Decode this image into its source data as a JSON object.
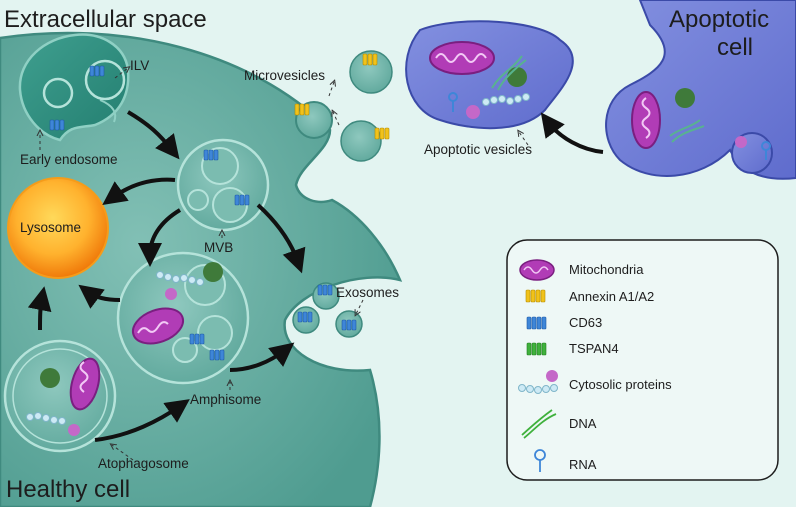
{
  "regions": {
    "extracellular": "Extracellular space",
    "healthy": "Healthy cell",
    "apoptotic_line1": "Apoptotic",
    "apoptotic_line2": "cell"
  },
  "labels": {
    "ilv": "ILV",
    "early_endosome": "Early endosome",
    "lysosome": "Lysosome",
    "mvb": "MVB",
    "amphisome": "Amphisome",
    "autophagosome": "Atophagosome",
    "exosomes": "Exosomes",
    "microvesicles": "Microvesicles",
    "apoptotic_vesicles": "Apoptotic vesicles"
  },
  "legend": {
    "items": [
      {
        "label": "Mitochondria",
        "icon": "mitochondria-icon"
      },
      {
        "label": "Annexin A1/A2",
        "icon": "annexin-icon"
      },
      {
        "label": "CD63",
        "icon": "cd63-icon"
      },
      {
        "label": "TSPAN4",
        "icon": "tspan4-icon"
      },
      {
        "label": "Cytosolic proteins",
        "icon": "cytosolic-proteins-icon"
      },
      {
        "label": "DNA",
        "icon": "dna-icon"
      },
      {
        "label": "RNA",
        "icon": "rna-icon"
      }
    ]
  },
  "colors": {
    "background": "#e3f4f1",
    "cell_body": "#5fa89c",
    "apoptotic_cell": "#6a78d4",
    "mitochondria": "#b13cb6",
    "annexin": "#f1c21a",
    "cd63": "#3e86d8",
    "tspan4": "#3fb13c",
    "lysosome": "#f58a0f"
  }
}
